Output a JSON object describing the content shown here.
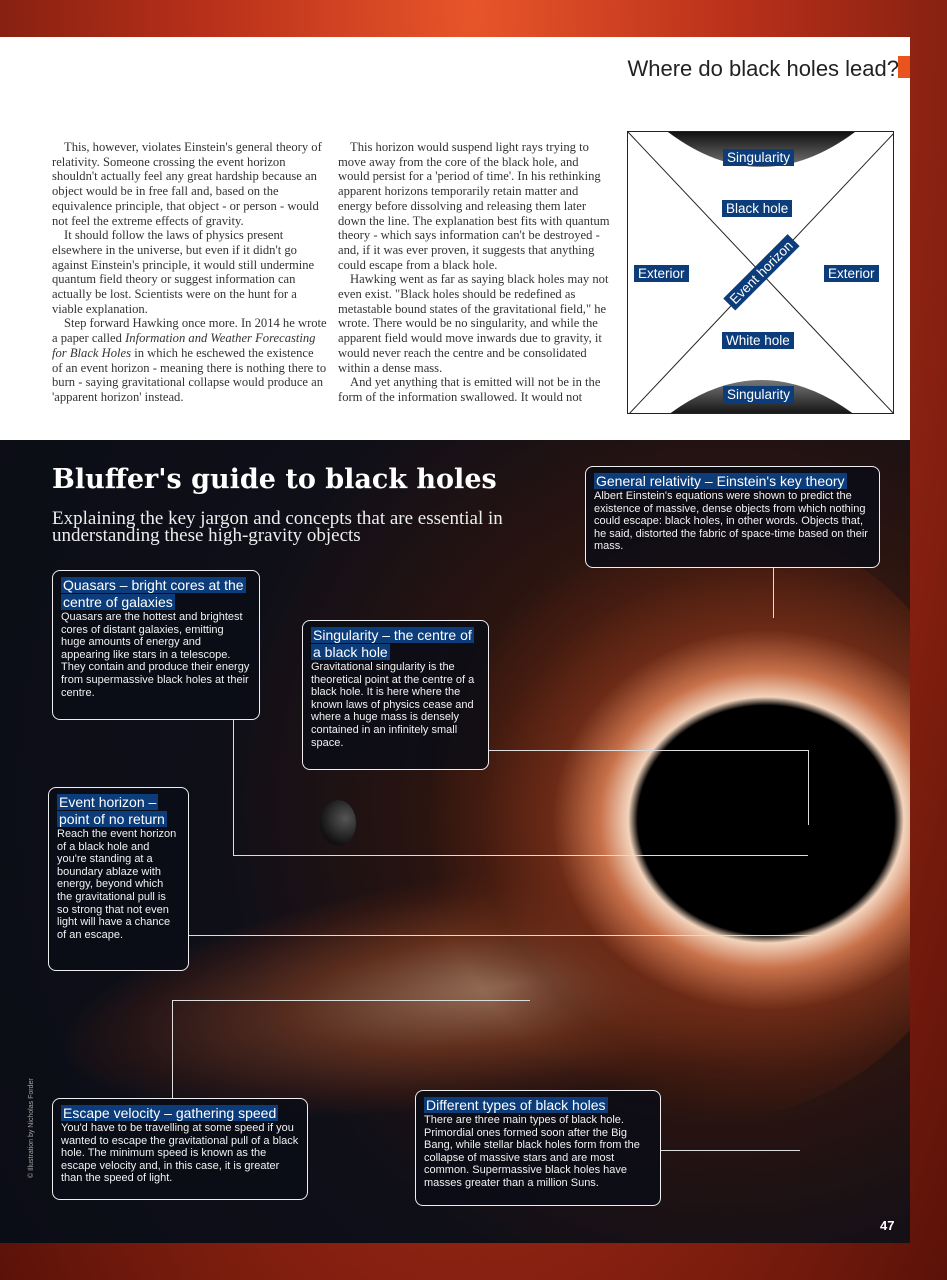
{
  "header": {
    "title": "Where do black holes lead?",
    "accent": "#e8531e"
  },
  "article": {
    "col1": [
      "This, however, violates Einstein's general theory of relativity. Someone crossing the event horizon shouldn't actually feel any great hardship because an object would be in free fall and, based on the equivalence principle, that object - or person - would not feel the extreme effects of gravity.",
      "It should follow the laws of physics present elsewhere in the universe, but even if it didn't go against Einstein's principle, it would still undermine quantum field theory or suggest information can actually be lost. Scientists were on the hunt for a viable explanation."
    ],
    "col1_p3_a": "Step forward Hawking once more. In 2014 he wrote a paper called ",
    "col1_p3_italic": "Information and Weather Forecasting for Black Holes",
    "col1_p3_b": " in which he eschewed the existence of an event horizon - meaning there is nothing there to burn - saying gravitational collapse would produce an 'apparent horizon' instead.",
    "col2": [
      "This horizon would suspend light rays trying to move away from the core of the black hole, and would persist for a 'period of time'. In his rethinking apparent horizons temporarily retain matter and energy before dissolving and releasing them later down the line. The explanation best fits with quantum theory - which says information can't be destroyed - and, if it was ever proven, it suggests that anything could escape from a black hole.",
      "Hawking went as far as saying black holes may not even exist. \"Black holes should be redefined as metastable bound states of the gravitational field,\" he wrote. There would be no singularity, and while the apparent field would move inwards due to gravity, it would never reach the centre and be consolidated within a dense mass.",
      "And yet anything that is emitted will not be in the form of the information swallowed. It would not"
    ]
  },
  "diagram": {
    "top": "Singularity",
    "black_hole": "Black hole",
    "left": "Exterior",
    "right": "Exterior",
    "diagonal": "Event horizon",
    "white_hole": "White hole",
    "bottom": "Singularity",
    "label_color": "#0c3d7a"
  },
  "guide": {
    "title": "Bluffer's guide to black holes",
    "subtitle": "Explaining the key jargon and concepts that are essential in understanding these high-gravity objects",
    "boxes": [
      {
        "heading": "General relativity – Einstein's key theory",
        "body": "Albert Einstein's equations were shown to predict the existence of massive, dense objects from which nothing could escape: black holes, in other words. Objects that, he said, distorted the fabric of space-time based on their mass."
      },
      {
        "heading": "Quasars – bright cores at the centre of galaxies",
        "body": "Quasars are the hottest and brightest cores of distant galaxies, emitting huge amounts of energy and appearing like stars in a telescope. They contain and produce their energy from supermassive black holes at their centre."
      },
      {
        "heading": "Singularity – the centre of a black hole",
        "body": "Gravitational singularity is the theoretical point at the centre of a black hole. It is here where the known laws of physics cease and where a huge mass is densely contained in an infinitely small space."
      },
      {
        "heading": "Event horizon – point of no return",
        "body": "Reach the event horizon of a black hole and you're standing at a boundary ablaze with energy, beyond which the gravitational pull is so strong that not even light will have a chance of an escape."
      },
      {
        "heading": "Escape velocity – gathering speed",
        "body": "You'd have to be travelling at some speed if you wanted to escape the gravitational pull of a black hole. The minimum speed is known as the escape velocity and, in this case, it is greater than the speed of light."
      },
      {
        "heading": "Different types of black holes",
        "body": "There are three main types of black hole. Primordial ones formed soon after the Big Bang, while stellar black holes form from the collapse of massive stars and are most common. Supermassive black holes have masses greater than a million Suns."
      }
    ],
    "credit": "© Illustration by Nicholas Forder"
  },
  "page_number": "47"
}
